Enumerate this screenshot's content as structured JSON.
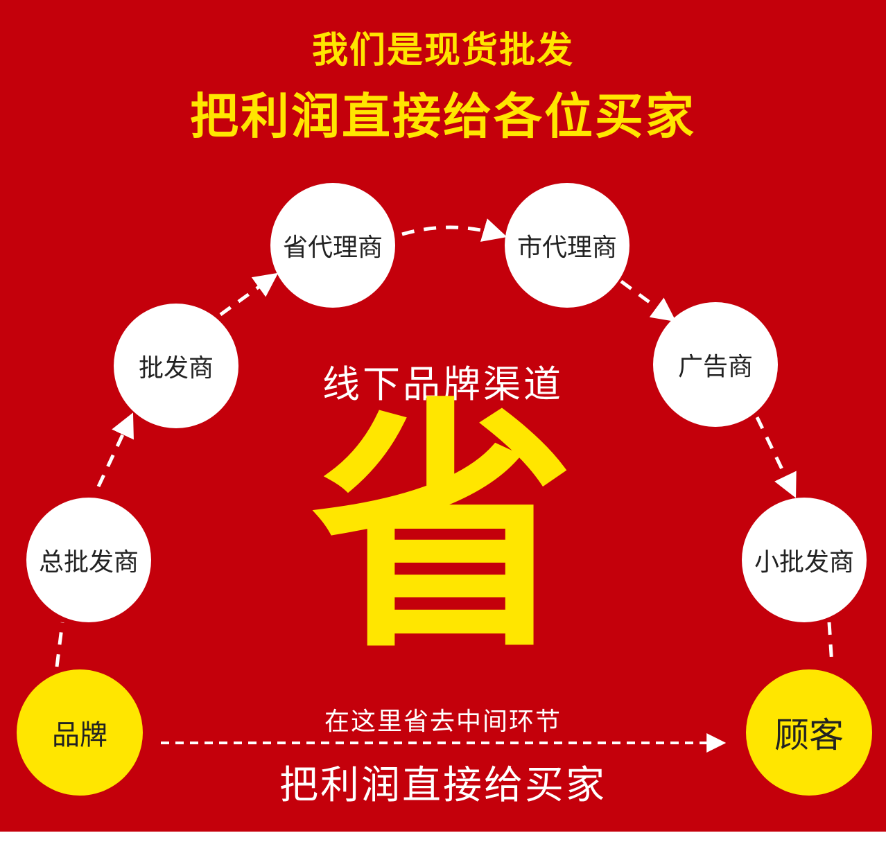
{
  "colors": {
    "background": "#c4000b",
    "headline": "#ffe600",
    "node_white": "#ffffff",
    "node_yellow": "#ffe600",
    "connector": "#ffffff"
  },
  "header": {
    "line1": "我们是现货批发",
    "line2": "把利润直接给各位买家"
  },
  "center": {
    "label": "线下品牌渠道",
    "big_char": "省"
  },
  "nodes": {
    "brand": "品牌",
    "general_wholesaler": "总批发商",
    "wholesaler": "批发商",
    "provincial_agent": "省代理商",
    "city_agent": "市代理商",
    "advertiser": "广告商",
    "small_wholesaler": "小批发商",
    "customer": "顾客"
  },
  "bottom": {
    "caption": "在这里省去中间环节",
    "slogan": "把利润直接给买家"
  }
}
